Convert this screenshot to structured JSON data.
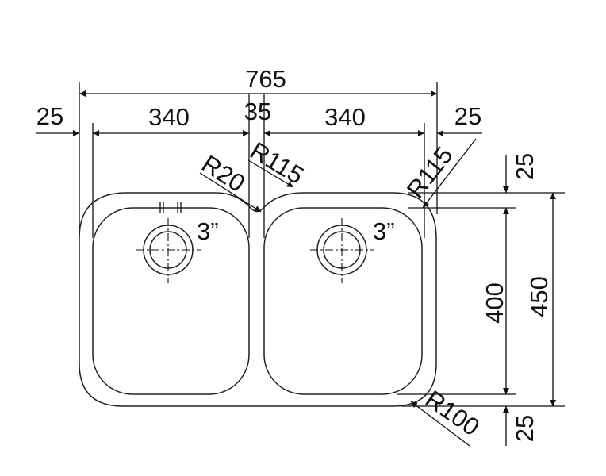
{
  "dimensions": {
    "overall_width": "765",
    "left_margin": "25",
    "left_bowl_width": "340",
    "center_divider": "35",
    "right_bowl_width": "340",
    "right_margin": "25",
    "top_margin": "25",
    "bowl_depth": "400",
    "overall_depth": "450",
    "bottom_margin": "25"
  },
  "radii": {
    "divider_radius": "R20",
    "inner_radius_center": "R115",
    "inner_radius_right": "R115",
    "outer_corner_radius": "R100"
  },
  "drains": {
    "left_size": "3”",
    "right_size": "3”"
  }
}
